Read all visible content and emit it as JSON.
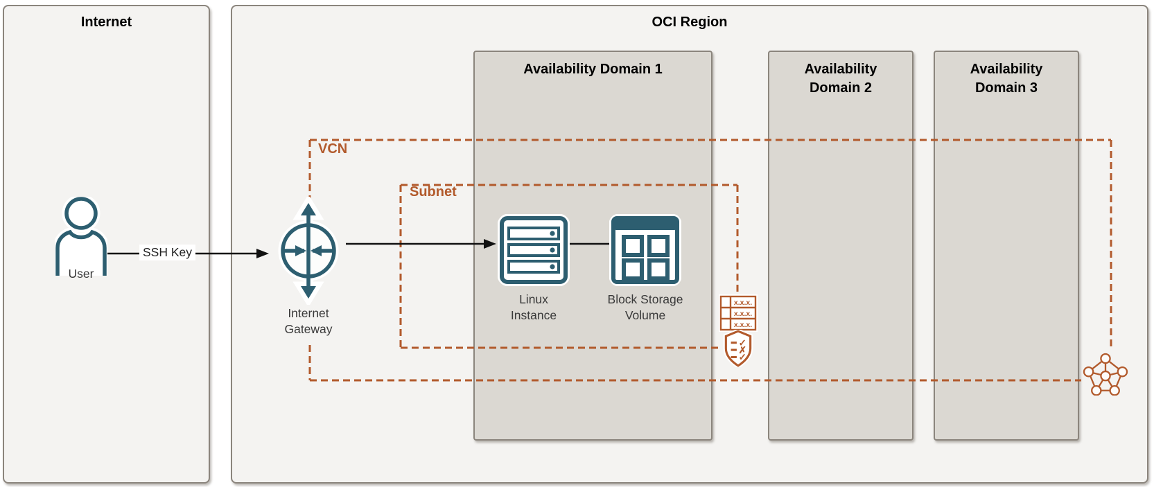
{
  "colors": {
    "teal": "#2d5e70",
    "orange": "#b25a2c",
    "black": "#111111"
  },
  "internet": {
    "title": "Internet",
    "user_label": "User"
  },
  "connections": {
    "ssh_label": "SSH Key"
  },
  "region": {
    "title": "OCI Region",
    "vcn_label": "VCN",
    "subnet_label": "Subnet",
    "gateway_label": "Internet Gateway",
    "instance_label": "Linux Instance",
    "block_label": "Block Storage Volume",
    "availability_domains": [
      "Availability Domain 1",
      "Availability Domain 2",
      "Availability Domain 3"
    ],
    "route_table_text": "x.x.x.",
    "security_check": "✓",
    "security_cross": "✗"
  }
}
